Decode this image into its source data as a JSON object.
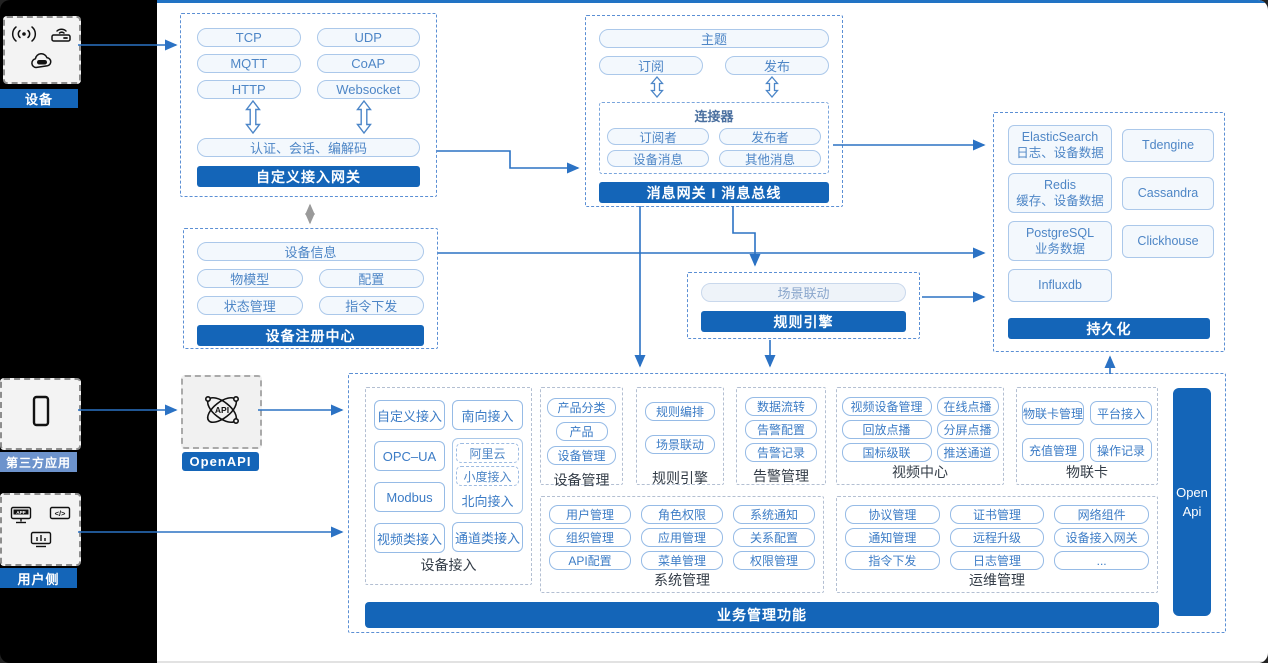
{
  "sources": {
    "device": {
      "label": "设备"
    },
    "third_party": {
      "label": "第三方应用"
    },
    "user_side": {
      "label": "用户侧"
    }
  },
  "openapi": {
    "label": "OpenAPI"
  },
  "gateway": {
    "protocols": [
      "TCP",
      "UDP",
      "MQTT",
      "CoAP",
      "HTTP",
      "Websocket"
    ],
    "session": "认证、会话、编解码",
    "title": "自定义接入网关"
  },
  "message": {
    "topic": "主题",
    "subscribe": "订阅",
    "publish": "发布",
    "connector_title": "连接器",
    "connector_items": [
      "订阅者",
      "发布者",
      "设备消息",
      "其他消息"
    ],
    "title": "消息网关 I 消息总线"
  },
  "registry": {
    "device_info": "设备信息",
    "items": [
      "物模型",
      "配置",
      "状态管理",
      "指令下发"
    ],
    "title": "设备注册中心"
  },
  "rule": {
    "scene": "场景联动",
    "title": "规则引擎"
  },
  "persistence": {
    "dbs": [
      {
        "name": "ElasticSearch",
        "sub": "日志、设备数据"
      },
      {
        "name": "Tdengine",
        "sub": ""
      },
      {
        "name": "Redis",
        "sub": "缓存、设备数据"
      },
      {
        "name": "Cassandra",
        "sub": ""
      },
      {
        "name": "PostgreSQL",
        "sub": "业务数据"
      },
      {
        "name": "Clickhouse",
        "sub": ""
      },
      {
        "name": "Influxdb",
        "sub": ""
      }
    ],
    "title": "持久化"
  },
  "business": {
    "title": "业务管理功能",
    "open_api_line1": "Open",
    "open_api_line2": "Api",
    "device_access": {
      "label": "设备接入",
      "col1": [
        "自定义接入",
        "OPC–UA",
        "Modbus",
        "视频类接入"
      ],
      "col2_top": "南向接入",
      "north_label": "北向接入",
      "north_items": [
        "阿里云",
        "小度接入"
      ],
      "col2_bottom": "通道类接入"
    },
    "device_mgmt": {
      "label": "设备管理",
      "pills": [
        "产品分类",
        "产品",
        "设备管理"
      ]
    },
    "rule_engine": {
      "label": "规则引擎",
      "pills": [
        "规则编排",
        "场景联动"
      ]
    },
    "alarm": {
      "label": "告警管理",
      "pills": [
        "数据流转",
        "告警配置",
        "告警记录"
      ]
    },
    "video": {
      "label": "视频中心",
      "pills": [
        "视频设备管理",
        "在线点播",
        "回放点播",
        "分屏点播",
        "国标级联",
        "推送通道"
      ]
    },
    "iot_card": {
      "label": "物联卡",
      "pills": [
        "物联卡管理",
        "平台接入",
        "充值管理",
        "操作记录"
      ]
    },
    "system": {
      "label": "系统管理",
      "pills": [
        "用户管理",
        "角色权限",
        "系统通知",
        "组织管理",
        "应用管理",
        "关系配置",
        "API配置",
        "菜单管理",
        "权限管理"
      ]
    },
    "ops": {
      "label": "运维管理",
      "pills": [
        "协议管理",
        "证书管理",
        "网络组件",
        "通知管理",
        "远程升级",
        "设备接入网关",
        "指令下发",
        "日志管理",
        "..."
      ]
    }
  },
  "colors": {
    "accent": "#1465b8",
    "accent_light": "#6d93cc",
    "arrow": "#2b72c4",
    "top_line": "#2173c4"
  }
}
